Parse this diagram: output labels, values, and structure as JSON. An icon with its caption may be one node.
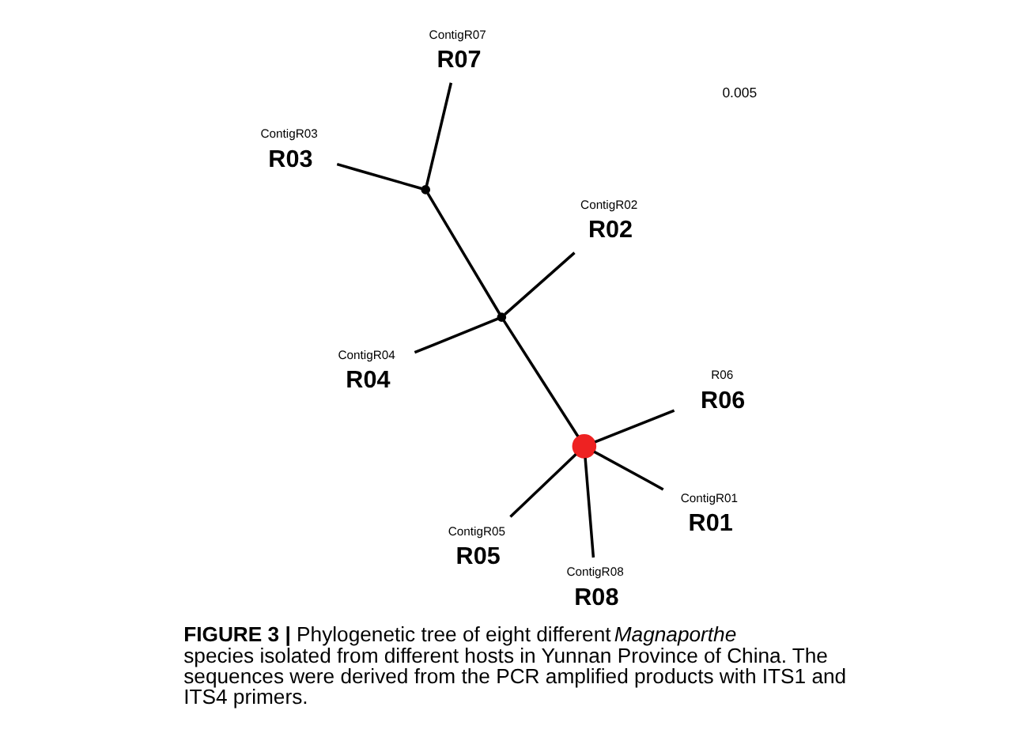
{
  "diagram": {
    "caption": "**FIGURE 3 |** Phylogenetic tree of eight different *Magnaporthe* species isolated from different hosts in Yunnan Province of China. The sequences were derived from the PCR amplified products with ITS1 and ITS4 primers.",
    "nodes": [
      {
        "text": [],
        "shape": "point"
      },
      {
        "text": [],
        "shape": "point"
      },
      {
        "text": [],
        "shape": "circle"
      },
      {
        "text": [
          "ContigR03"
        ],
        "beside": [
          "R03"
        ]
      },
      {
        "text": [
          "ContigR07"
        ],
        "beside": [
          "R07"
        ]
      },
      {
        "text": [
          "ContigR02"
        ],
        "beside": [
          "R02"
        ]
      },
      {
        "text": [
          "ContigR04"
        ],
        "beside": [
          "R04"
        ]
      },
      {
        "text": [
          "ContigR01"
        ],
        "beside": [
          "R01"
        ]
      },
      {
        "text": [
          "ContigR05"
        ],
        "beside": [
          "R05"
        ]
      },
      {
        "text": [
          "ContigR08"
        ],
        "beside": [
          "R08"
        ]
      },
      {
        "text": [
          "R06"
        ],
        "beside": [
          "R06"
        ]
      }
    ],
    "edges": [
      {
        "from": 0,
        "to": 3,
        "arrow": "none"
      },
      {
        "from": 0,
        "to": 4,
        "arrow": "none"
      },
      {
        "from": 0,
        "to": 1,
        "arrow": "none"
      },
      {
        "from": 1,
        "to": 5,
        "arrow": "none"
      },
      {
        "from": 1,
        "to": 6,
        "arrow": "none"
      },
      {
        "from": 1,
        "to": 2,
        "arrow": "none"
      },
      {
        "from": 2,
        "to": 7,
        "arrow": "none"
      },
      {
        "from": 2,
        "to": 8,
        "arrow": "none"
      },
      {
        "from": 2,
        "to": 9,
        "arrow": "none"
      },
      {
        "from": 2,
        "to": 10,
        "arrow": "none"
      }
    ],
    "labels": [
      "0.005"
    ]
  }
}
